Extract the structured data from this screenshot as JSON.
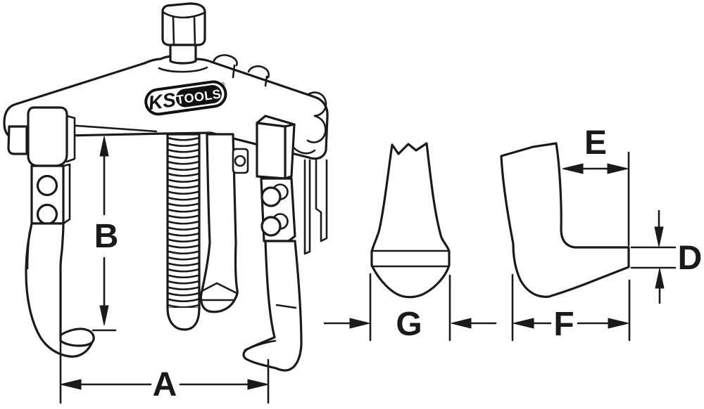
{
  "drawing": {
    "background": "#ffffff",
    "line_color": "#1a1a1a",
    "brand": {
      "ks": "KS",
      "tools": "TOOLS",
      "registered_mark": "®"
    },
    "dimension_labels": {
      "A": "A",
      "B": "B",
      "D": "D",
      "E": "E",
      "F": "F",
      "G": "G"
    }
  }
}
